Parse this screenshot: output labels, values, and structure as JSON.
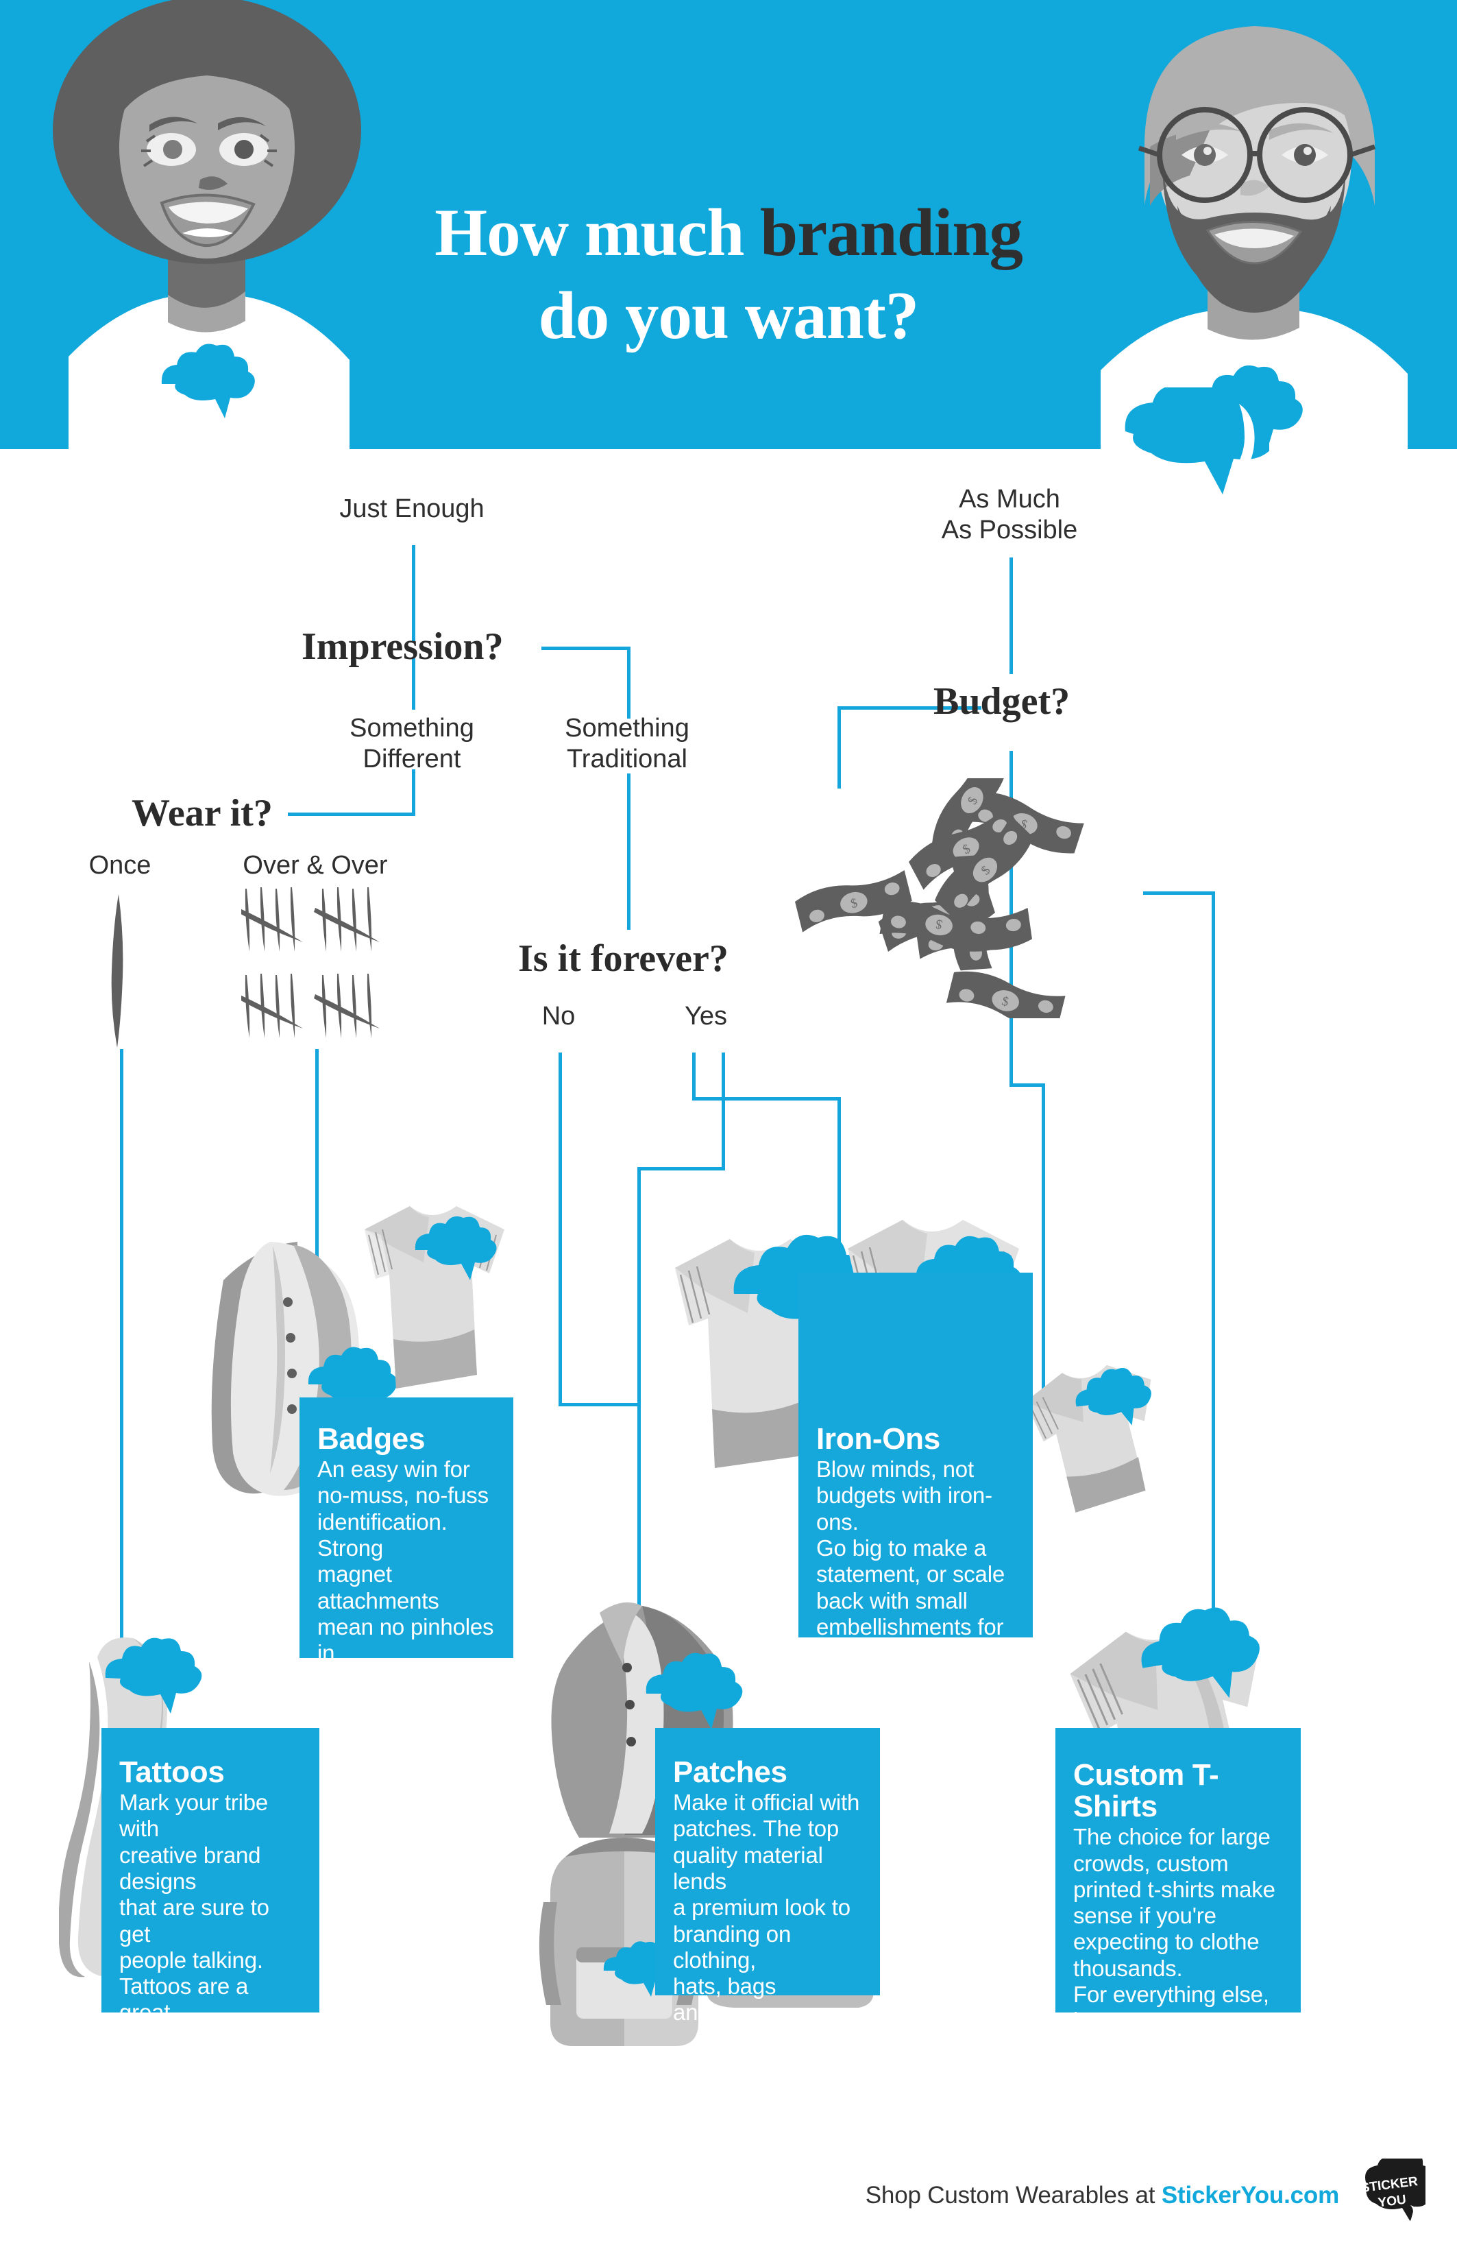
{
  "theme": {
    "brand_blue": "#11a8db",
    "card_blue": "#16a7db",
    "line_blue": "#13a5dc",
    "dark_text": "#2e2e2e",
    "gray_dark": "#636363",
    "gray_mid": "#a5a5a5",
    "gray_light": "#d8d8d8"
  },
  "header": {
    "title_line1_white": "How much ",
    "title_line1_dark": "branding",
    "title_line2": "do you want?",
    "left_character": "woman-afro-avatar",
    "right_character": "bearded-man-glasses-avatar",
    "shirt_logo_icon": "sticker-cloud-icon",
    "speech_bubble_icon": "speech-bubble-icon"
  },
  "flow": {
    "branch_left_label": "Just Enough",
    "branch_right_label": "As Much\nAs Possible",
    "q_impression": "Impression?",
    "impression_left_label": "Something\nDifferent",
    "impression_right_label": "Something\nTraditional",
    "q_wear": "Wear it?",
    "wear_left_label": "Once",
    "wear_right_label": "Over & Over",
    "q_forever": "Is it forever?",
    "forever_no": "No",
    "forever_yes": "Yes",
    "q_budget": "Budget?",
    "money_icon": "falling-dollar-bills-icon",
    "tally_once_icon": "single-tally-mark-icon",
    "tally_many_icon": "twenty-tally-marks-icon"
  },
  "cards": [
    {
      "id": "badges",
      "title": "Badges",
      "body": "An easy win for\nno-muss, no-fuss\nidentification. Strong\nmagnet attachments\nmean no pinholes in\nclothes, and make\nsharing from shirt to\nshirt a snap.",
      "art_icon": "shirt-and-jacket-with-badge-icon"
    },
    {
      "id": "iron-ons",
      "title": "Iron-Ons",
      "body": "Blow minds, not\nbudgets with iron-ons.\nGo big to make a\nstatement, or scale\nback with small\nembellishments for a\ntouch of class.",
      "art_icon": "two-tshirts-with-iron-on-icon"
    },
    {
      "id": "tattoos",
      "title": "Tattoos",
      "body": "Mark your tribe with\ncreative brand designs\nthat are sure to get\npeople talking.\nTattoos are a great\nway to inject some\ncreative juice into any\noutdoor event.",
      "art_icon": "leg-with-temporary-tattoo-icon"
    },
    {
      "id": "patches",
      "title": "Patches",
      "body": "Make it official with\npatches. The top\nquality material lends\na premium look to\nbranding on clothing,\nhats, bags\nand more.",
      "art_icon": "jacket-backpack-cap-with-patch-icon"
    },
    {
      "id": "custom-tshirts",
      "title": "Custom T-Shirts",
      "body": "The choice for large\ncrowds, custom\nprinted t-shirts make\nsense if you're\nexpecting to clothe\nthousands.\nFor everything else,\niron-ons.",
      "art_icon": "printed-tshirt-icon"
    }
  ],
  "footer": {
    "cta_prefix": "Shop Custom Wearables at ",
    "cta_brand": "StickerYou.com",
    "logo_line1": "STICKER",
    "logo_line2": "YOU",
    "logo_icon": "stickeryou-logo"
  }
}
